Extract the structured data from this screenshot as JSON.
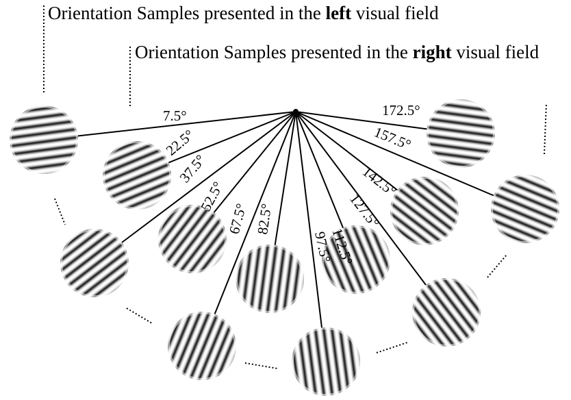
{
  "captions": {
    "left": {
      "prefix": "Orientation Samples presented in the ",
      "bold": "left",
      "suffix": " visual field"
    },
    "right": {
      "prefix": "Orientation Samples presented in the ",
      "bold": "right",
      "suffix": " visual field"
    }
  },
  "orientations": [
    {
      "label": "7.5°",
      "angle": 7.5
    },
    {
      "label": "22.5°",
      "angle": 22.5
    },
    {
      "label": "37.5°",
      "angle": 37.5
    },
    {
      "label": "52.5°",
      "angle": 52.5
    },
    {
      "label": "67.5°",
      "angle": 67.5
    },
    {
      "label": "82.5°",
      "angle": 82.5
    },
    {
      "label": "97.5°",
      "angle": 97.5
    },
    {
      "label": "112.5°",
      "angle": 112.5
    },
    {
      "label": "127.5°",
      "angle": 127.5
    },
    {
      "label": "142.5°",
      "angle": 142.5
    },
    {
      "label": "157.5°",
      "angle": 157.5
    },
    {
      "label": "172.5°",
      "angle": 172.5
    }
  ]
}
